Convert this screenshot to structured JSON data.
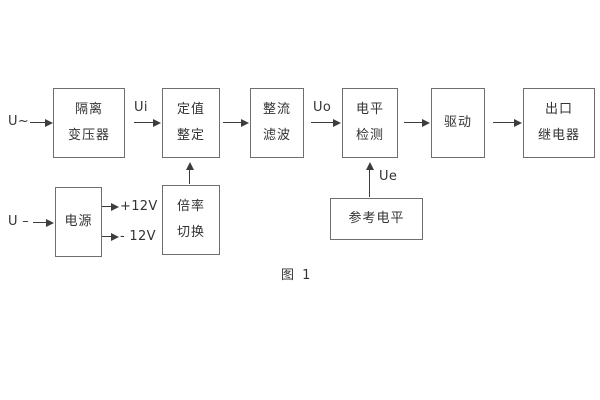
{
  "diagram": {
    "caption": "图 1",
    "inputs": {
      "ac_label": "U~",
      "dc_label": "U –"
    },
    "signals": {
      "ui": "Ui",
      "uo": "Uo",
      "ue": "Ue",
      "plus12": "+12V",
      "minus12": "- 12V"
    },
    "blocks": {
      "isolation_transformer": {
        "line1": "隔离",
        "line2": "变压器"
      },
      "setting_adjust": {
        "line1": "定值",
        "line2": "整定"
      },
      "rectifier_filter": {
        "line1": "整流",
        "line2": "滤波"
      },
      "level_detect": {
        "line1": "电平",
        "line2": "检测"
      },
      "drive": {
        "label": "驱动"
      },
      "output_relay": {
        "line1": "出口",
        "line2": "继电器"
      },
      "power_supply": {
        "label": "电源"
      },
      "ratio_switch": {
        "line1": "倍率",
        "line2": "切换"
      },
      "reference_level": {
        "label": "参考电平"
      }
    },
    "colors": {
      "border": "#6e6e6e",
      "text": "#333333",
      "arrow": "#3d3d3d",
      "bg": "#ffffff"
    }
  }
}
